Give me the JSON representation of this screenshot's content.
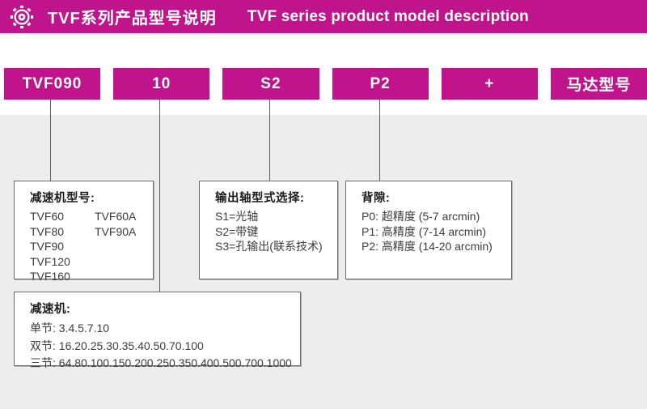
{
  "header": {
    "title_zh": "TVF系列产品型号说明",
    "title_en": "TVF series product model description"
  },
  "model_code": {
    "segments": [
      {
        "label": "TVF090"
      },
      {
        "label": "10"
      },
      {
        "label": "S2"
      },
      {
        "label": "P2"
      },
      {
        "label": "+"
      },
      {
        "label": "马达型号"
      }
    ]
  },
  "boxes": {
    "reducer_model": {
      "title": "减速机型号:",
      "col1": [
        "TVF60",
        "TVF80",
        "TVF90",
        "TVF120",
        "TVF160"
      ],
      "col2": [
        "TVF60A",
        "TVF90A"
      ]
    },
    "output_shaft": {
      "title": "输出轴型式选择:",
      "items": [
        "S1=光轴",
        "S2=带键",
        "S3=孔输出(联系技术)"
      ]
    },
    "backlash": {
      "title": "背隙:",
      "items": [
        "P0: 超精度 (5-7 arcmin)",
        "P1: 高精度 (7-14 arcmin)",
        "P2: 高精度 (14-20 arcmin)"
      ]
    },
    "ratio": {
      "title": "减速机:",
      "items": [
        "单节: 3.4.5.7.10",
        "双节: 16.20.25.30.35.40.50.70.100",
        "三节: 64.80.100.150.200.250.350.400.500.700.1000"
      ]
    }
  },
  "colors": {
    "accent": "#c0148c",
    "content_background": "#ededed",
    "connector_line": "#58595b",
    "box_border": "#6a6a6d"
  }
}
